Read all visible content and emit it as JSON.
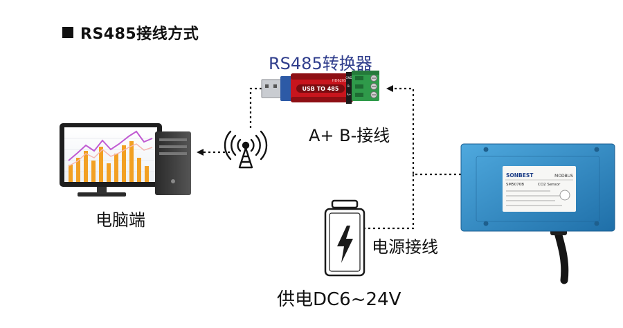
{
  "heading": {
    "title": "RS485接线方式"
  },
  "labels": {
    "converter": "RS485转换器",
    "ab_wiring": "A+ B-接线",
    "pc": "电脑端",
    "power_wiring": "电源接线",
    "supply": "供电DC6~24V"
  },
  "converter_device": {
    "printed_model": "HD6205",
    "printed_label": "USB TO 485",
    "terminal_marks": [
      "GND",
      "B-",
      "A+"
    ]
  },
  "sensor_device": {
    "brand": "SONBEST",
    "protocol": "MODBUS",
    "model": "SM5070B",
    "sensor_name": "CO2 Sensor"
  },
  "colors": {
    "converter_label": "#2f3d8c",
    "converter_body": "#c8151d",
    "terminal_block": "#2f9a4a",
    "sensor_box": "#2b86c4",
    "chart_orange": "#f2a023",
    "chart_line": "#c05ad2"
  },
  "icons": {
    "computer": "desktop-computer-icon",
    "antenna": "wireless-antenna-icon",
    "battery": "battery-charging-icon"
  }
}
